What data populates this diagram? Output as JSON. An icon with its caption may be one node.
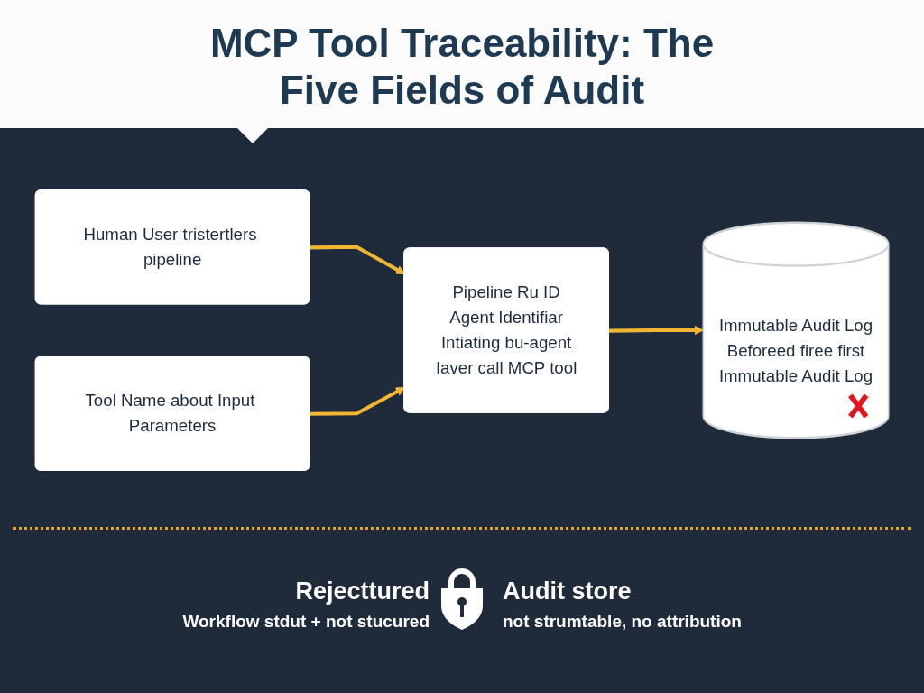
{
  "diagram": {
    "title": "MCP Tool Traceability: The Five Fields of Audit",
    "nodes": [
      {
        "text": [
          "Human User tristertlers pipeline"
        ]
      },
      {
        "text": [
          "Tool Name about Input Parameters"
        ]
      },
      {
        "text": [
          "Pipeline Ru ID",
          "Agent Identifiar",
          "Intiating bu-agent",
          "Iaver call MCP tool"
        ]
      },
      {
        "text": [
          "Immutable Audit Log",
          "Beforeed firee first",
          "Immutable Audit Log"
        ]
      }
    ],
    "edges": [
      {
        "from": 0,
        "to": 2,
        "arrow": "to"
      },
      {
        "from": 1,
        "to": 2,
        "arrow": "to"
      },
      {
        "from": 2,
        "to": 3,
        "arrow": "to"
      }
    ],
    "labels": [
      "Rejecttured",
      "Workflow stdut + not stucured",
      "Audit store",
      "not strumtable, no attribution"
    ]
  }
}
